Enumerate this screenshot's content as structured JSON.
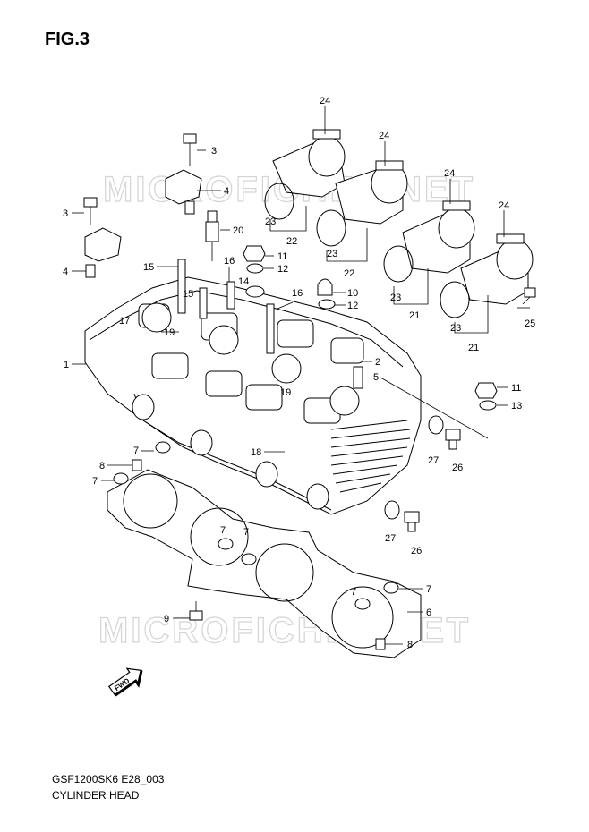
{
  "figure": {
    "title": "FIG.3"
  },
  "watermark": {
    "text": "MICROFICHES.NET"
  },
  "footer": {
    "code": "GSF1200SK6 E28_003",
    "name": "CYLINDER HEAD"
  },
  "fwd_marker": {
    "text": "FWD"
  },
  "callouts": [
    {
      "n": "24"
    },
    {
      "n": "3"
    },
    {
      "n": "24"
    },
    {
      "n": "4"
    },
    {
      "n": "24"
    },
    {
      "n": "3"
    },
    {
      "n": "23"
    },
    {
      "n": "22"
    },
    {
      "n": "20"
    },
    {
      "n": "24"
    },
    {
      "n": "23"
    },
    {
      "n": "22"
    },
    {
      "n": "11"
    },
    {
      "n": "4"
    },
    {
      "n": "15"
    },
    {
      "n": "16"
    },
    {
      "n": "12"
    },
    {
      "n": "15"
    },
    {
      "n": "14"
    },
    {
      "n": "16"
    },
    {
      "n": "10"
    },
    {
      "n": "12"
    },
    {
      "n": "23"
    },
    {
      "n": "21"
    },
    {
      "n": "25"
    },
    {
      "n": "17"
    },
    {
      "n": "19"
    },
    {
      "n": "23"
    },
    {
      "n": "21"
    },
    {
      "n": "1"
    },
    {
      "n": "2"
    },
    {
      "n": "5"
    },
    {
      "n": "11"
    },
    {
      "n": "19"
    },
    {
      "n": "13"
    },
    {
      "n": "18"
    },
    {
      "n": "7"
    },
    {
      "n": "27"
    },
    {
      "n": "26"
    },
    {
      "n": "8"
    },
    {
      "n": "7"
    },
    {
      "n": "7"
    },
    {
      "n": "7"
    },
    {
      "n": "27"
    },
    {
      "n": "26"
    },
    {
      "n": "7"
    },
    {
      "n": "7"
    },
    {
      "n": "9"
    },
    {
      "n": "6"
    },
    {
      "n": "8"
    }
  ]
}
